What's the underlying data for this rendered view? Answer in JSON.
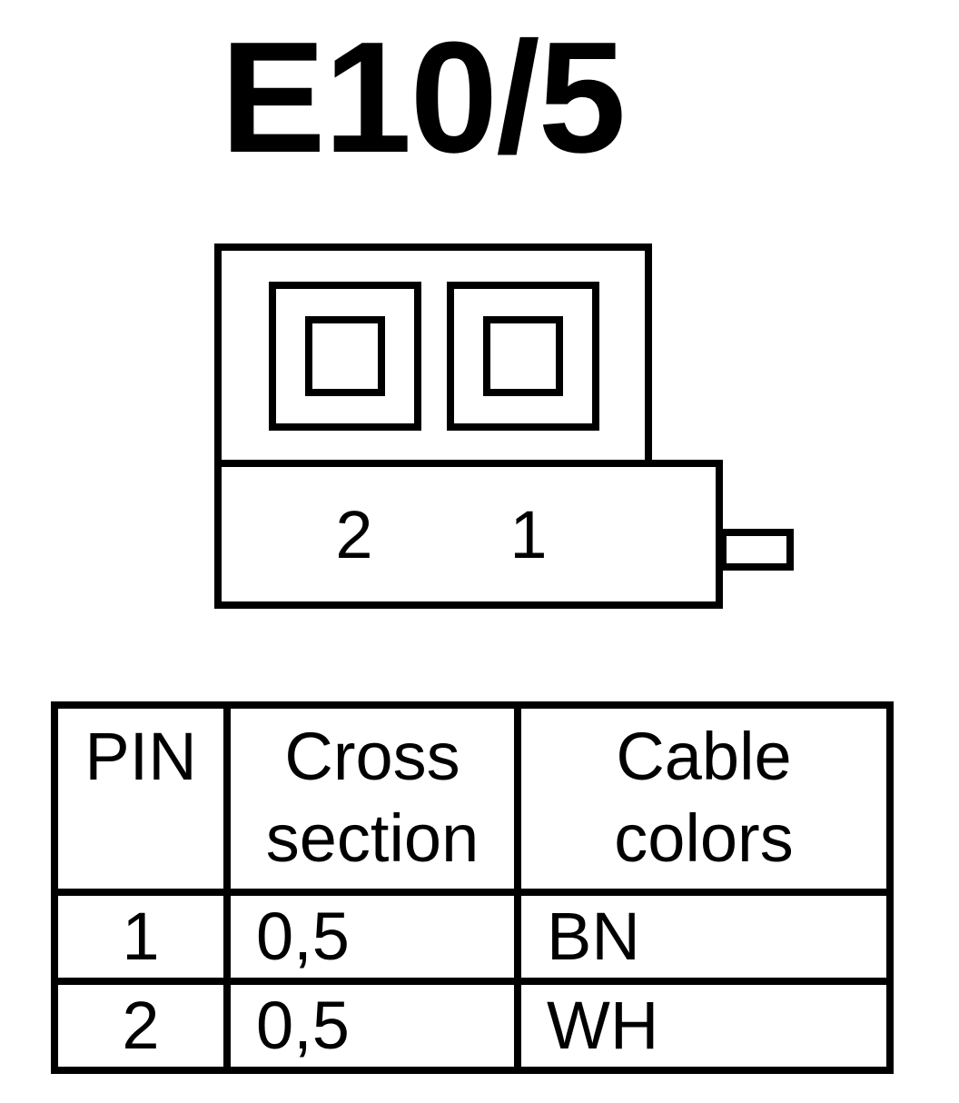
{
  "title": "E10/5",
  "connector": {
    "pin_labels": [
      "2",
      "1"
    ]
  },
  "table": {
    "headers": {
      "pin": "PIN",
      "cross_section": [
        "Cross",
        "section"
      ],
      "cable_colors": [
        "Cable",
        "colors"
      ]
    },
    "rows": [
      {
        "pin": "1",
        "cross_section": "0,5",
        "color": "BN"
      },
      {
        "pin": "2",
        "cross_section": "0,5",
        "color": "WH"
      }
    ]
  }
}
